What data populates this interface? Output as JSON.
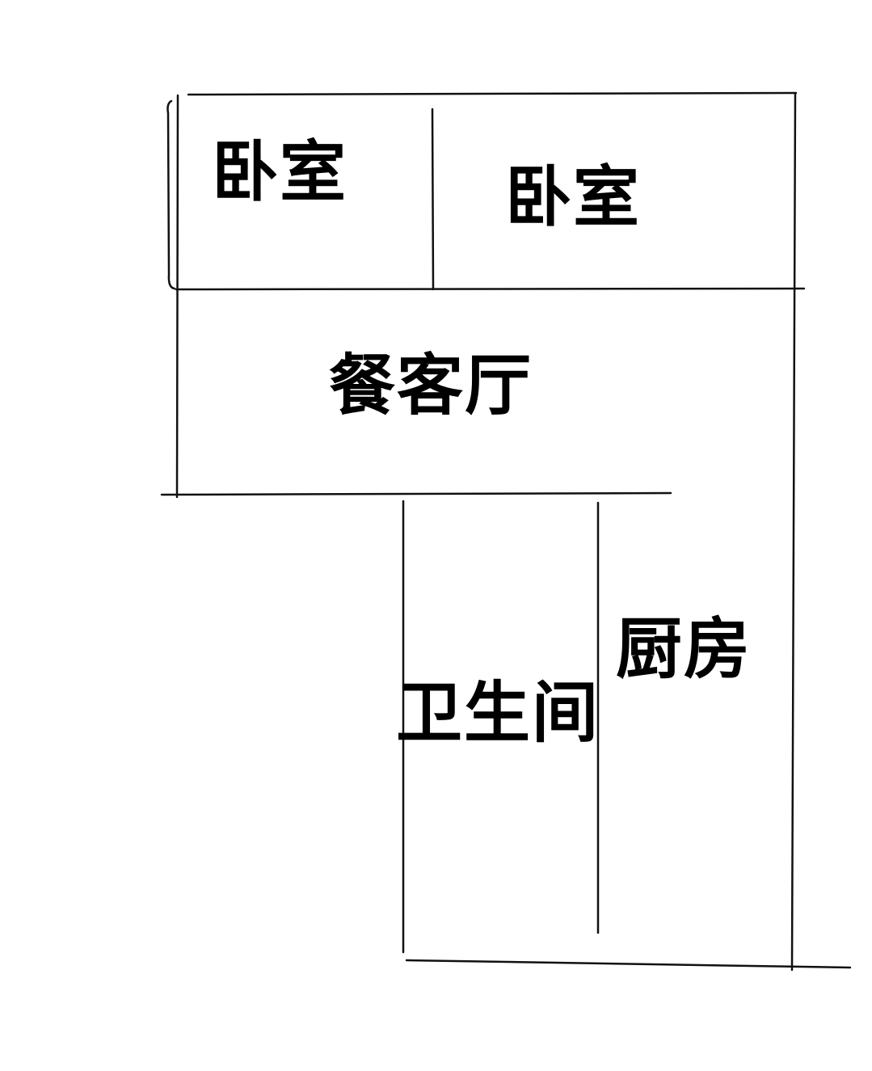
{
  "rooms": {
    "bedroom_1": "卧室",
    "bedroom_2": "卧室",
    "living_dining": "餐客厅",
    "bathroom": "卫生间",
    "kitchen": "厨房"
  },
  "colors": {
    "line": "#111111",
    "background": "#ffffff"
  }
}
